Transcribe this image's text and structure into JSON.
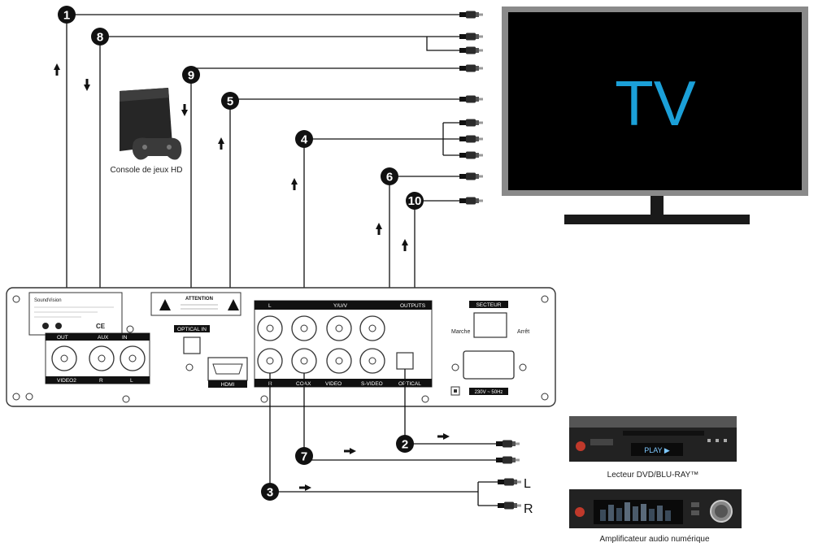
{
  "tv": {
    "label": "TV"
  },
  "console": {
    "label": "Console de jeux HD"
  },
  "dvd": {
    "label": "Lecteur DVD/BLU-RAY™",
    "display": "PLAY ▶"
  },
  "amp": {
    "label": "Amplificateur audio numérique"
  },
  "panel": {
    "brand": "SoundVision",
    "attention": "ATTENTION",
    "optical_in": "OPTICAL IN",
    "outputs_label": "OUTPUTS",
    "yuv": "Y/U/V",
    "secteur": "SECTEUR",
    "marche": "Marche",
    "arret": "Arrêt",
    "voltage": "230V ~ 50Hz",
    "ports": {
      "out": "OUT",
      "aux": "AUX",
      "in": "IN",
      "video2": "VIDEO2",
      "r": "R",
      "l": "L",
      "hdmi": "HDMI",
      "coax": "COAX",
      "video": "VIDEO",
      "svideo": "S-VIDEO",
      "optical": "OPTICAL",
      "l_top": "L",
      "r_bottom": "R"
    }
  },
  "badges": [
    "1",
    "8",
    "9",
    "5",
    "4",
    "6",
    "10",
    "2",
    "7",
    "3"
  ],
  "rca_labels": {
    "left": "L",
    "right": "R"
  },
  "colors": {
    "tv_text": "#1ba0d8",
    "screen": "#000000",
    "badge": "#111111"
  }
}
